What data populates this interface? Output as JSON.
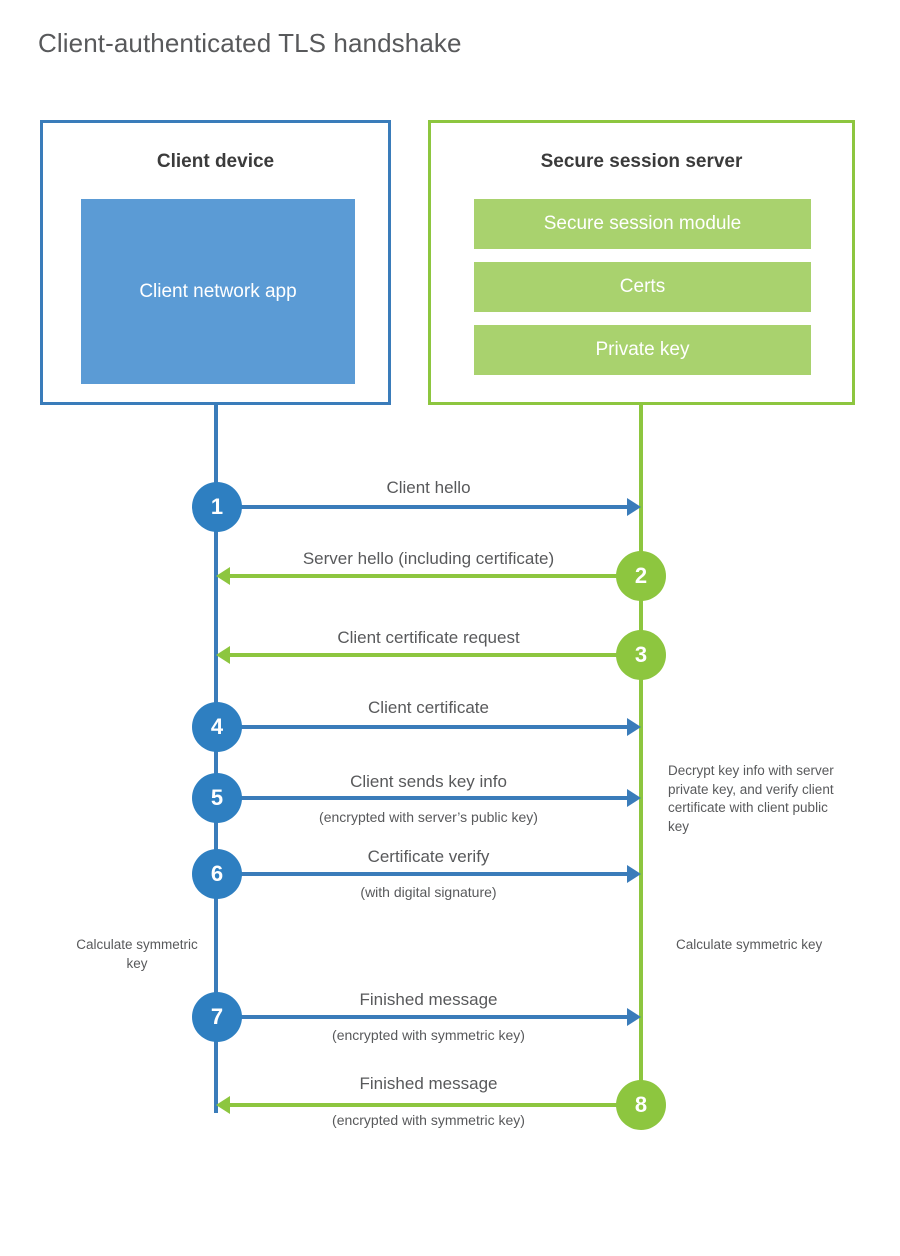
{
  "title": "Client-authenticated TLS handshake",
  "colors": {
    "client_blue": "#3a7cba",
    "client_app_fill": "#5b9bd5",
    "server_green": "#8dc63f",
    "server_block_fill": "#a9d26e",
    "step_blue": "#2e7fc1",
    "text_gray": "#58595b"
  },
  "actors": {
    "client": {
      "title": "Client device",
      "blocks": [
        {
          "label": "Client network app"
        }
      ]
    },
    "server": {
      "title": "Secure session server",
      "blocks": [
        {
          "label": "Secure session module"
        },
        {
          "label": "Certs"
        },
        {
          "label": "Private key"
        }
      ]
    }
  },
  "steps": [
    {
      "number": "1",
      "label": "Client hello",
      "sub": "",
      "direction": "client-to-server",
      "color": "blue"
    },
    {
      "number": "2",
      "label": "Server hello (including certificate)",
      "sub": "",
      "direction": "server-to-client",
      "color": "green"
    },
    {
      "number": "3",
      "label": "Client certificate request",
      "sub": "",
      "direction": "server-to-client",
      "color": "green"
    },
    {
      "number": "4",
      "label": "Client certificate",
      "sub": "",
      "direction": "client-to-server",
      "color": "blue"
    },
    {
      "number": "5",
      "label": "Client sends key info",
      "sub": "(encrypted with server’s public key)",
      "direction": "client-to-server",
      "color": "blue"
    },
    {
      "number": "6",
      "label": "Certificate verify",
      "sub": "(with digital signature)",
      "direction": "client-to-server",
      "color": "blue"
    },
    {
      "number": "7",
      "label": "Finished message",
      "sub": "(encrypted with symmetric key)",
      "direction": "client-to-server",
      "color": "blue"
    },
    {
      "number": "8",
      "label": "Finished message",
      "sub": "(encrypted with symmetric key)",
      "direction": "server-to-client",
      "color": "green"
    }
  ],
  "notes": {
    "server_decrypt": "Decrypt key info with server private key, and verify client certificate with client public key",
    "client_calculate": "Calculate symmetric key",
    "server_calculate": "Calculate symmetric key"
  },
  "chart_data": {
    "type": "sequence-diagram",
    "title": "Client-authenticated TLS handshake",
    "participants": [
      "Client device",
      "Secure session server"
    ],
    "messages": [
      {
        "seq": 1,
        "from": "Client device",
        "to": "Secure session server",
        "label": "Client hello"
      },
      {
        "seq": 2,
        "from": "Secure session server",
        "to": "Client device",
        "label": "Server hello (including certificate)"
      },
      {
        "seq": 3,
        "from": "Secure session server",
        "to": "Client device",
        "label": "Client certificate request"
      },
      {
        "seq": 4,
        "from": "Client device",
        "to": "Secure session server",
        "label": "Client certificate"
      },
      {
        "seq": 5,
        "from": "Client device",
        "to": "Secure session server",
        "label": "Client sends key info",
        "note": "(encrypted with server’s public key)"
      },
      {
        "seq": 6,
        "from": "Client device",
        "to": "Secure session server",
        "label": "Certificate verify",
        "note": "(with digital signature)"
      },
      {
        "seq": 7,
        "from": "Client device",
        "to": "Secure session server",
        "label": "Finished message",
        "note": "(encrypted with symmetric key)"
      },
      {
        "seq": 8,
        "from": "Secure session server",
        "to": "Client device",
        "label": "Finished message",
        "note": "(encrypted with symmetric key)"
      }
    ]
  }
}
